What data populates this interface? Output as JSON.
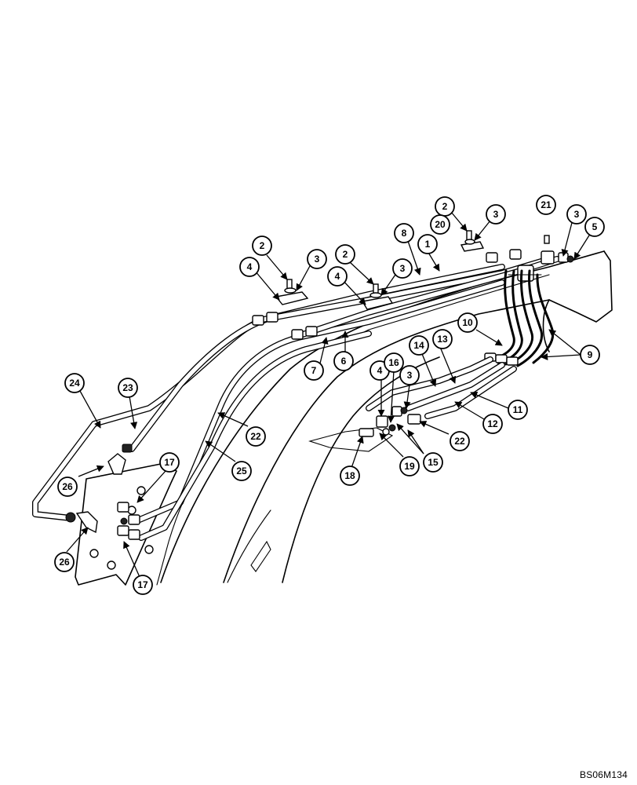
{
  "drawing_code": "BS06M134",
  "callout_labels": [
    "1",
    "2",
    "3",
    "4",
    "5",
    "6",
    "7",
    "8",
    "9",
    "10",
    "11",
    "12",
    "13",
    "14",
    "15",
    "16",
    "17",
    "18",
    "19",
    "20",
    "21",
    "22",
    "23",
    "24",
    "25",
    "26"
  ]
}
